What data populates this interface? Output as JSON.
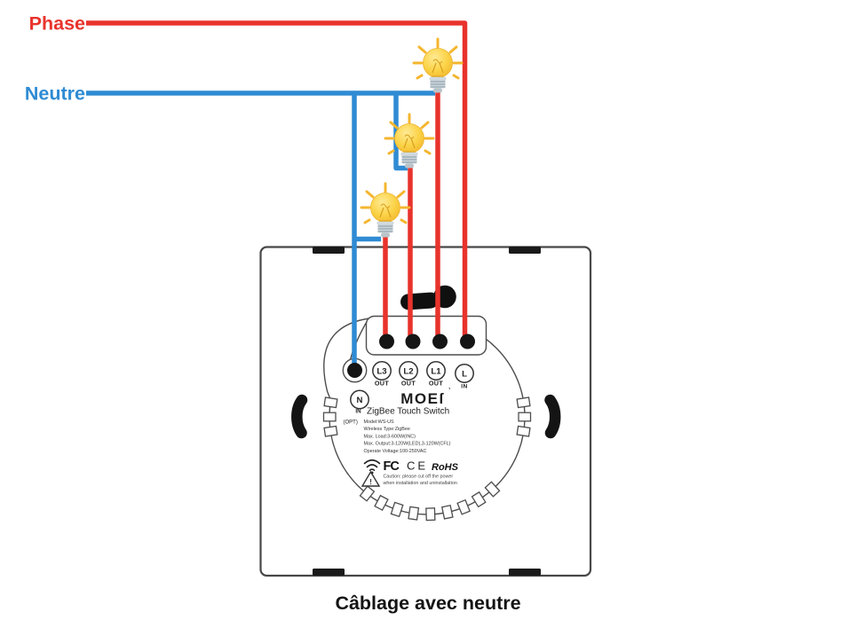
{
  "labels": {
    "phase": "Phase",
    "neutral": "Neutre"
  },
  "caption": "Câblage avec neutre",
  "colors": {
    "phase_wire": "#e8332c",
    "neutral_wire": "#2f8bd3",
    "bulb_yellow": "#f7c32e"
  },
  "switch": {
    "brand": "MOEſ",
    "brand_mark": "’",
    "product_name": "ZigBee Touch Switch",
    "terminals": [
      {
        "label": "L3",
        "role": "OUT"
      },
      {
        "label": "L2",
        "role": "OUT"
      },
      {
        "label": "L1",
        "role": "OUT"
      },
      {
        "label": "L",
        "role": "IN"
      }
    ],
    "neutral_terminal": {
      "label": "N",
      "role": "IN",
      "note": "(OPT)"
    },
    "specs": [
      "Model:WS-US",
      "Wireless Type:ZigBee",
      "Max. Load:3-600W(INC)",
      "Max. Output:3-120W(LED),3-120W(CFL)",
      "Operate Voltage:100-250VAC"
    ],
    "certifications": {
      "fcc": "FC",
      "ce": "CE",
      "rohs": "RoHS"
    },
    "caution": {
      "warning_icon": "!",
      "line1": "Caution: please cut off the power",
      "line2": "when installation and uninstallation"
    }
  }
}
